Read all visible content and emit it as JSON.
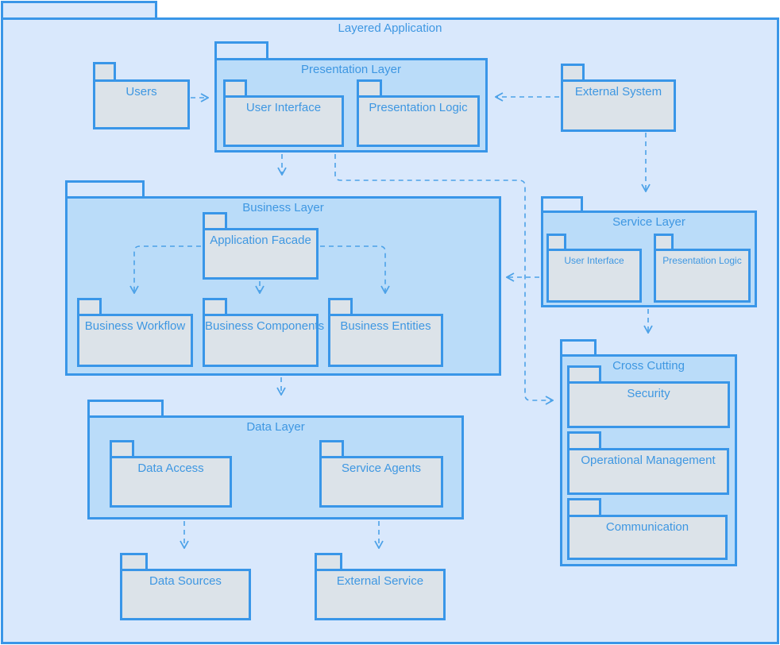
{
  "diagram_title": "Layered Application",
  "colors": {
    "border_color": "#3996e8",
    "canvas_fill": "#d9e8fc",
    "layer_fill": "#badcf9",
    "leaf_fill": "#dce3e9",
    "text_color": "#3e97e2",
    "edge_color": "#4da2e8"
  },
  "packages": {
    "layered_application": {
      "label": "Layered Application"
    },
    "users": {
      "label": "Users"
    },
    "presentation_layer": {
      "label": "Presentation Layer"
    },
    "pl_user_interface": {
      "label": "User Interface"
    },
    "pl_presentation_logic": {
      "label": "Presentation Logic"
    },
    "external_system": {
      "label": "External System"
    },
    "business_layer": {
      "label": "Business Layer"
    },
    "application_facade": {
      "label": "Application Facade"
    },
    "business_workflow": {
      "label": "Business Workflow"
    },
    "business_components": {
      "label": "Business Components"
    },
    "business_entities": {
      "label": "Business Entities"
    },
    "service_layer": {
      "label": "Service Layer"
    },
    "sl_user_interface": {
      "label": "User Interface"
    },
    "sl_presentation_logic": {
      "label": "Presentation Logic"
    },
    "cross_cutting": {
      "label": "Cross Cutting"
    },
    "security": {
      "label": "Security"
    },
    "operational_management": {
      "label": "Operational Management"
    },
    "communication": {
      "label": "Communication"
    },
    "data_layer": {
      "label": "Data Layer"
    },
    "data_access": {
      "label": "Data Access"
    },
    "service_agents": {
      "label": "Service Agents"
    },
    "data_sources": {
      "label": "Data Sources"
    },
    "external_service": {
      "label": "External Service"
    }
  },
  "edges": [
    {
      "from": "users",
      "to": "presentation_layer",
      "style": "dashed-open-arrow"
    },
    {
      "from": "external_system",
      "to": "presentation_layer",
      "style": "dashed-open-arrow"
    },
    {
      "from": "external_system",
      "to": "service_layer",
      "style": "dashed-open-arrow"
    },
    {
      "from": "presentation_layer",
      "to": "business_layer",
      "style": "dashed-open-arrow"
    },
    {
      "from": "presentation_layer",
      "to": "cross_cutting",
      "style": "dashed-open-arrow"
    },
    {
      "from": "service_layer",
      "to": "business_layer",
      "style": "dashed-open-arrow"
    },
    {
      "from": "service_layer",
      "to": "cross_cutting",
      "style": "dashed-open-arrow"
    },
    {
      "from": "application_facade",
      "to": "business_workflow",
      "style": "dashed-open-arrow"
    },
    {
      "from": "application_facade",
      "to": "business_components",
      "style": "dashed-open-arrow"
    },
    {
      "from": "application_facade",
      "to": "business_entities",
      "style": "dashed-open-arrow"
    },
    {
      "from": "business_layer",
      "to": "data_layer",
      "style": "dashed-open-arrow"
    },
    {
      "from": "data_access",
      "to": "data_sources",
      "style": "dashed-open-arrow"
    },
    {
      "from": "service_agents",
      "to": "external_service",
      "style": "dashed-open-arrow"
    }
  ]
}
